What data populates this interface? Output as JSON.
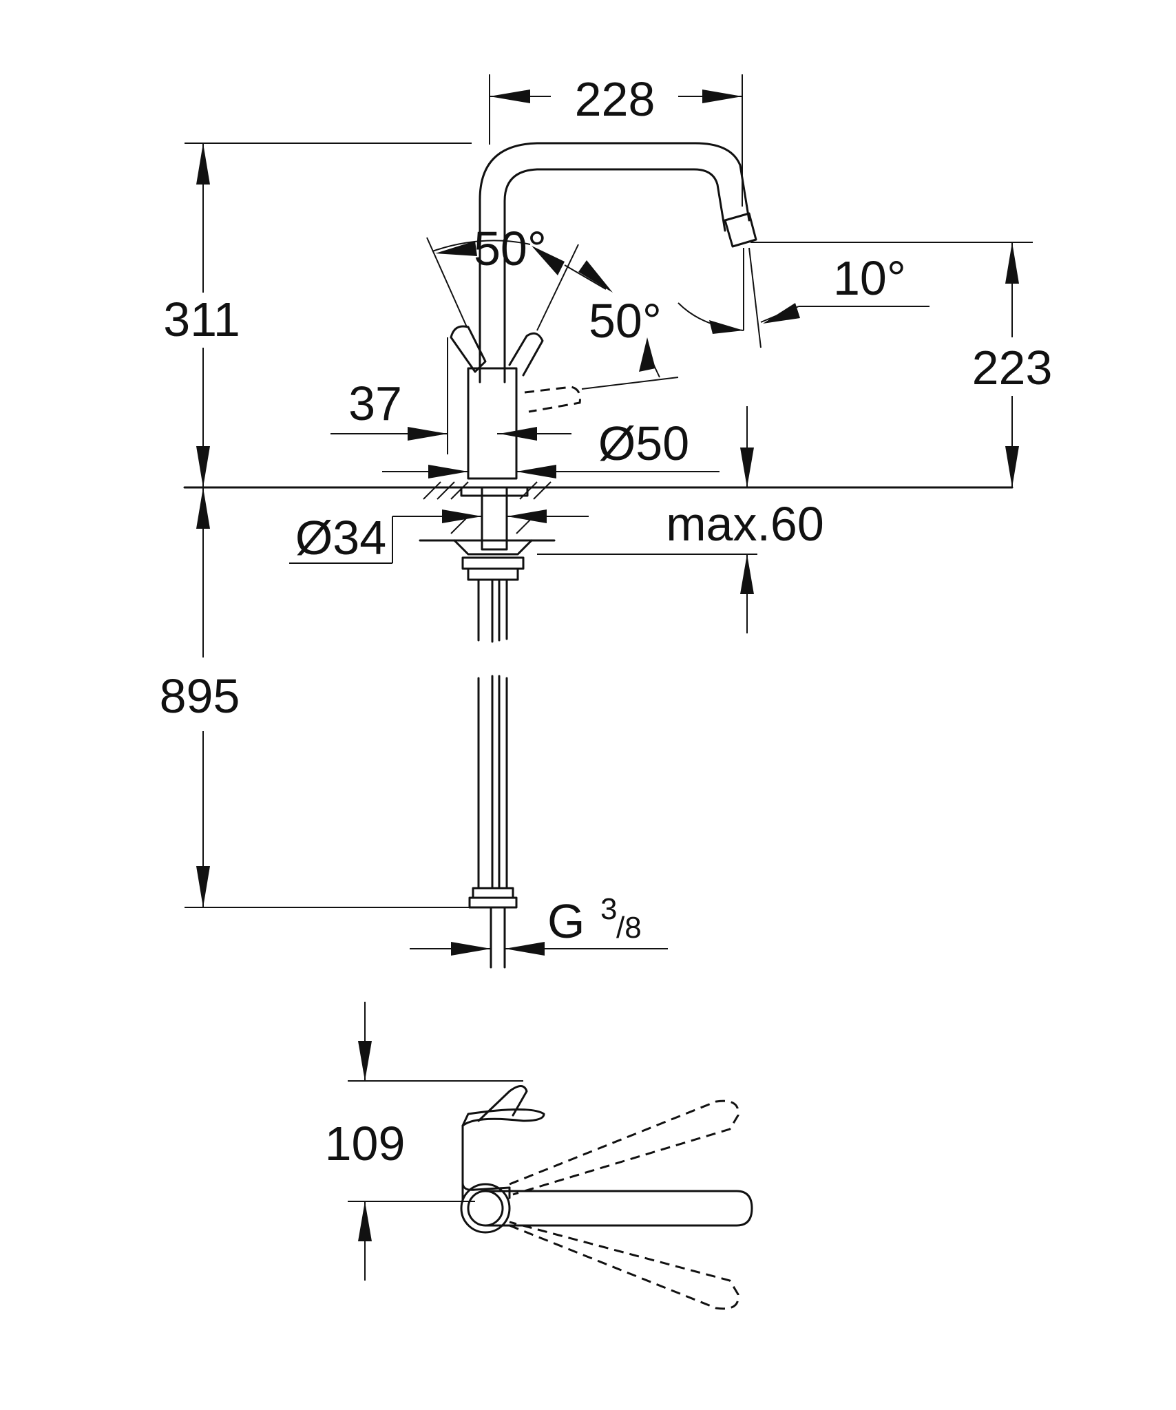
{
  "drawing": {
    "dimensions": {
      "spout_reach": "228",
      "total_height": "311",
      "spout_height": "223",
      "lever_angle_left": "50°",
      "lever_angle_right": "50°",
      "spout_angle": "10°",
      "lever_offset": "37",
      "body_diameter": "Ø50",
      "shank_diameter": "Ø34",
      "max_counter_thickness": "max.60",
      "hose_length": "895",
      "connection_thread": "G",
      "connection_numerator": "3",
      "connection_denominator": "/8",
      "lever_projection": "109"
    }
  }
}
